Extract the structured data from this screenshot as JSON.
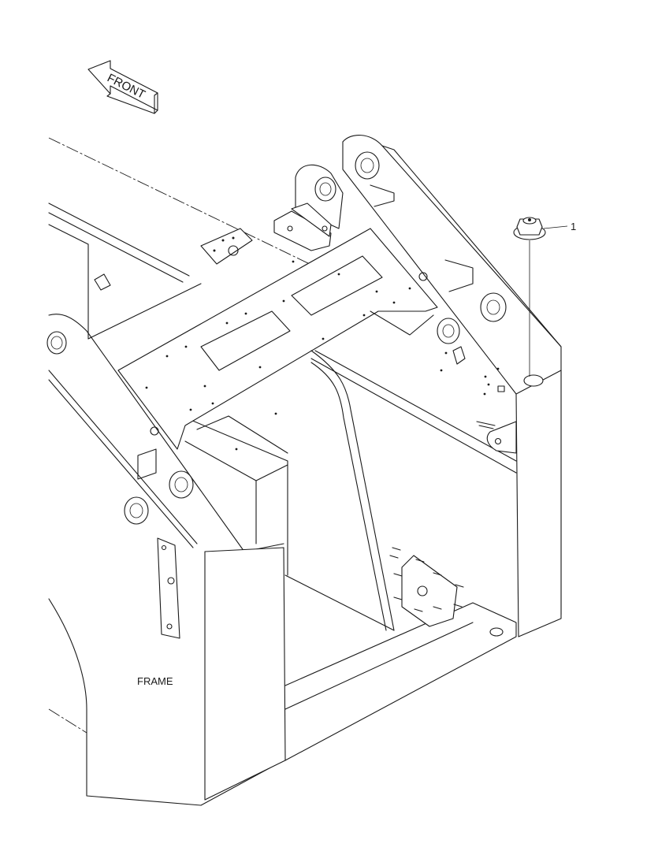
{
  "labels": {
    "front": "FRONT",
    "frame": "FRAME",
    "callout_1": "1"
  },
  "icons": {
    "direction_arrow": "front-arrow-icon",
    "part_1": "flange-nut-icon"
  },
  "colors": {
    "line": "#1a1a1a",
    "background": "#ffffff"
  }
}
